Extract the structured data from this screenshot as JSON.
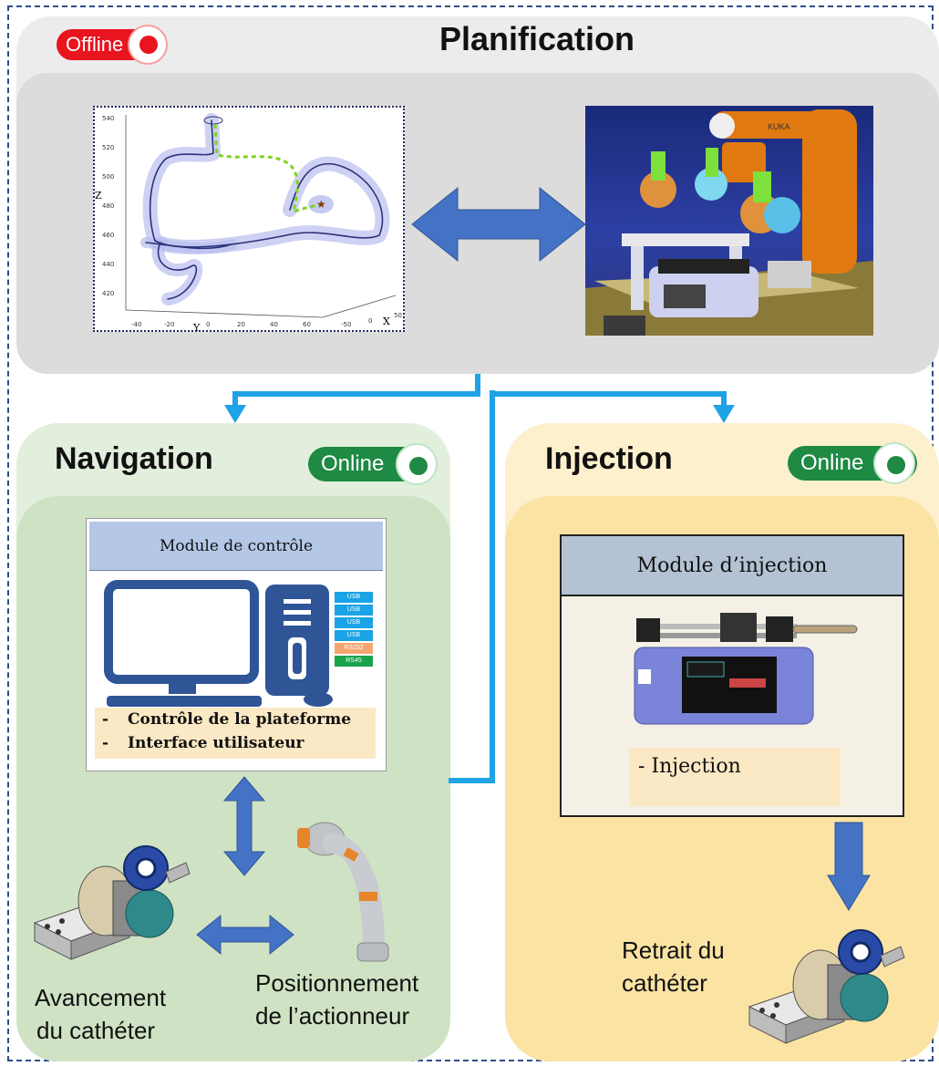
{
  "planification": {
    "title": "Planification",
    "status": "Offline",
    "plot": {
      "x_axis_label": "X",
      "y_axis_label": "Y",
      "z_axis_label": "Z",
      "z_ticks": [
        "540",
        "520",
        "500",
        "480",
        "460",
        "440",
        "420"
      ],
      "y_ticks": [
        "-40",
        "-20",
        "0",
        "20",
        "40",
        "60"
      ],
      "x_ticks": [
        "-50",
        "0",
        "50"
      ]
    },
    "robot_brand": "KUKA"
  },
  "navigation": {
    "title": "Navigation",
    "status": "Online",
    "control_module": {
      "title": "Module de contrôle",
      "ports": [
        "USB",
        "USB",
        "USB",
        "USB",
        "RS232",
        "RS45"
      ],
      "items": [
        "Contrôle de la plateforme",
        "Interface utilisateur"
      ]
    },
    "caption_advance": [
      "Avancement",
      "du cathéter"
    ],
    "caption_position": [
      "Positionnement",
      "de l’actionneur"
    ]
  },
  "injection": {
    "title": "Injection",
    "status": "Online",
    "module": {
      "title": "Module d’injection",
      "items": [
        "- Injection"
      ]
    },
    "caption_retract": [
      "Retrait du",
      "cathéter"
    ]
  },
  "colors": {
    "offline": "#e8141e",
    "online": "#1e8a44",
    "flow_arrow": "#1fa3e6",
    "double_arrow": "#4472c4",
    "navigation_panel": "#cfe3c4",
    "injection_panel": "#fbe3a3",
    "planification_panel": "#dcdcdc"
  }
}
